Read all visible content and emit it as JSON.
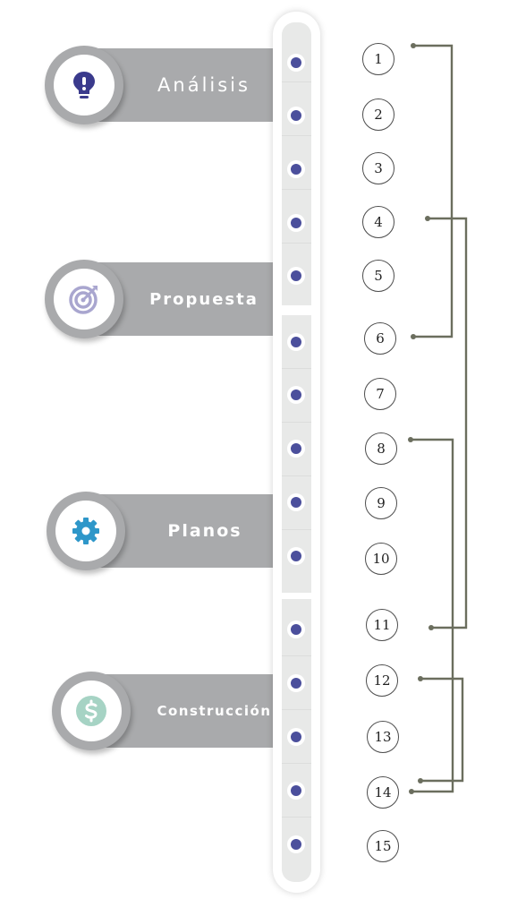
{
  "phases": [
    {
      "label": "Análisis",
      "icon": "lightbulb-icon"
    },
    {
      "label": "Propuesta",
      "icon": "target-icon"
    },
    {
      "label": "Planos",
      "icon": "gear-icon"
    },
    {
      "label": "Construcción",
      "icon": "dollar-icon"
    }
  ],
  "steps": [
    "1",
    "2",
    "3",
    "4",
    "5",
    "6",
    "7",
    "8",
    "9",
    "10",
    "11",
    "12",
    "13",
    "14",
    "15"
  ],
  "links": [
    {
      "from": "1",
      "to": "6"
    },
    {
      "from": "4",
      "to": "11"
    },
    {
      "from": "8",
      "to": "14"
    },
    {
      "from": "12",
      "to": "14"
    }
  ],
  "colors": {
    "banner": "#a9aaac",
    "dot": "#4b4f9c",
    "track": "#e8e9e8",
    "connector": "#6b6e5e",
    "icon_lightbulb": "#3a3a8c",
    "icon_target": "#a9a6cf",
    "icon_gear": "#2e97c9",
    "icon_dollar": "#a6d3c4"
  }
}
